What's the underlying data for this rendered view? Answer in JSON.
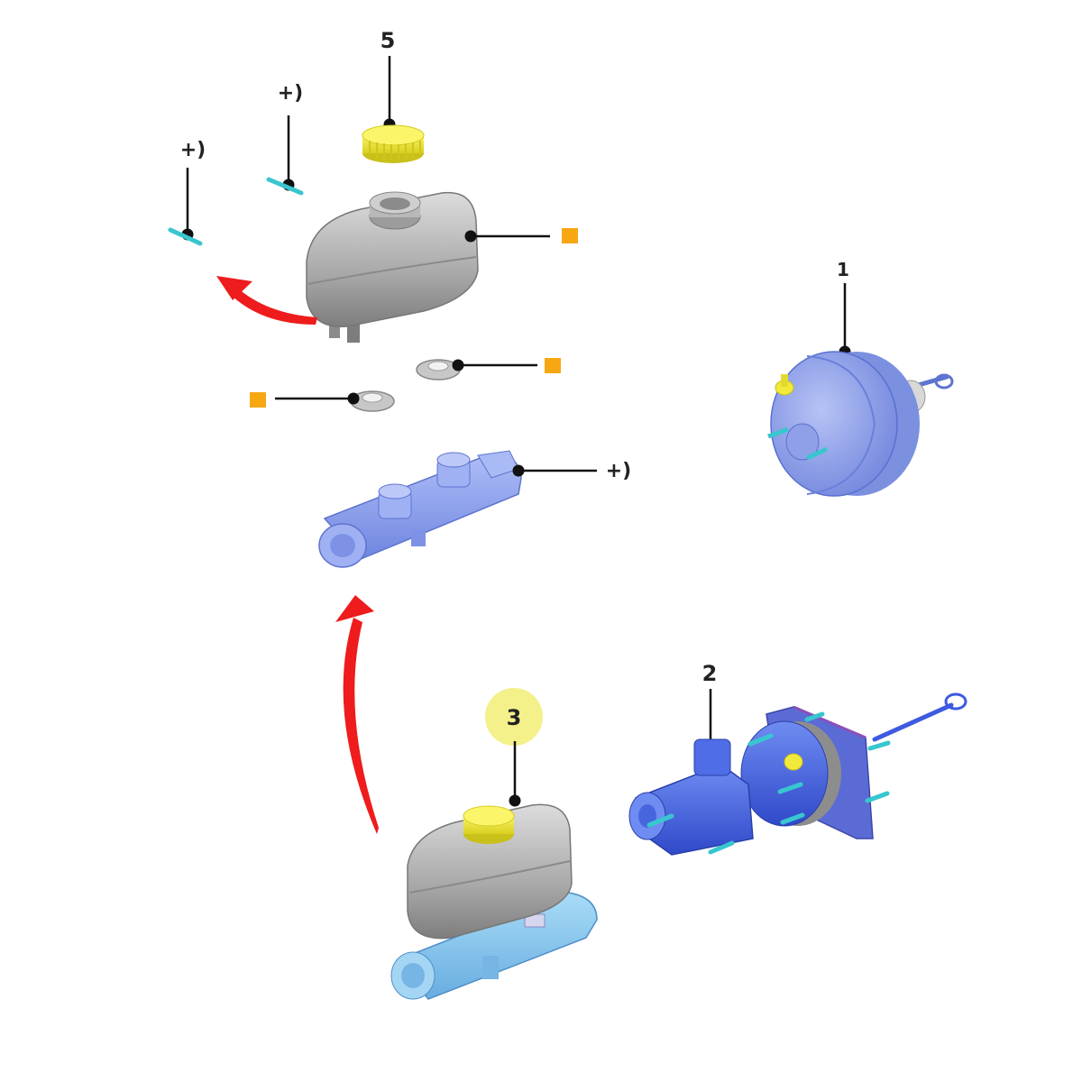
{
  "callouts": {
    "booster": "1",
    "booster_assembly": "2",
    "master_cylinder_assembly": "3",
    "reservoir_cap": "5",
    "plus_left": "+)",
    "plus_mid": "+)",
    "plus_cylinder": "+)"
  },
  "colors": {
    "marker": "#f7a712",
    "cap_yellow": "#f2ea3a",
    "highlight_yellow": "#f4f08a",
    "reservoir_gray": "#b4b4b4",
    "cylinder_blue": "#8fa3ef",
    "cylinder_light_blue": "#8fc9ef",
    "booster_blue": "#8a9ce8",
    "booster_dark_blue": "#3d5ae0",
    "clip_cyan": "#38c6cf",
    "arrow_red": "#ee1c1c",
    "leader_line": "#111111"
  }
}
